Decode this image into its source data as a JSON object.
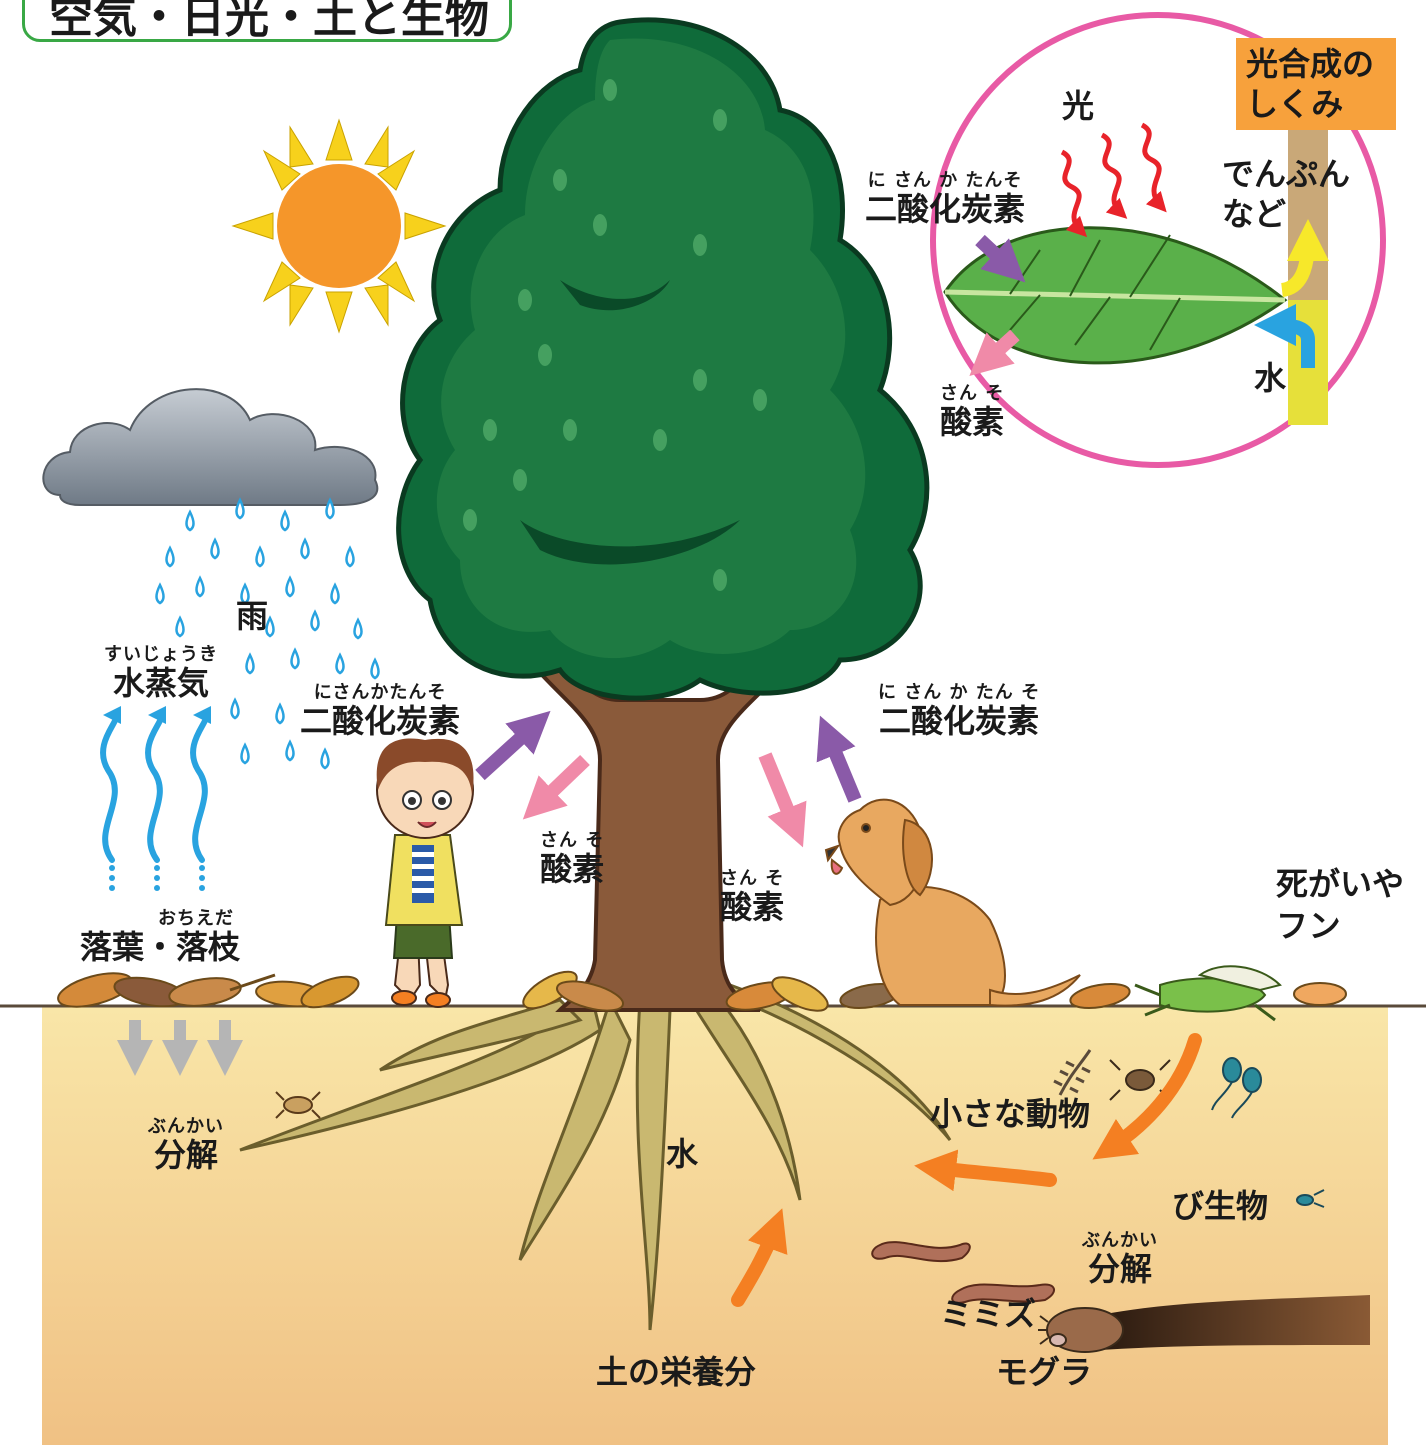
{
  "title": "空気・日光・土と生物",
  "inset": {
    "box_label_line1": "光合成の",
    "box_label_line2": "しくみ",
    "light": "光",
    "co2_ruby": "に さん か たんそ",
    "co2": "二酸化炭素",
    "starch_line1": "でんぷん",
    "starch_line2": "など",
    "water": "水",
    "oxygen_ruby": "さん そ",
    "oxygen": "酸素"
  },
  "labels": {
    "rain": "雨",
    "vapor_ruby": "すいじょうき",
    "vapor": "水蒸気",
    "co2_left_ruby": "にさんかたんそ",
    "co2_left": "二酸化炭素",
    "co2_right_ruby": "に さん か たん そ",
    "co2_right": "二酸化炭素",
    "o2_left_ruby": "さん そ",
    "o2_left": "酸素",
    "o2_mid_ruby": "さん そ",
    "o2_mid": "酸素",
    "leaves_ruby": "おちえだ",
    "leaves": "落葉・落枝",
    "carcass_line1": "死がいや",
    "carcass_line2": "フン",
    "decomp_left_ruby": "ぶんかい",
    "decomp_left": "分解",
    "water_root": "水",
    "small_animals": "小さな動物",
    "microbes": "び生物",
    "decomp_right_ruby": "ぶんかい",
    "decomp_right": "分解",
    "earthworm": "ミミズ",
    "mole": "モグラ",
    "soil_nutrients": "土の栄養分"
  },
  "colors": {
    "accent_green": "#39a845",
    "inset_circle": "#e85aa5",
    "box_orange": "#f7a13c",
    "sun": "#f5962a",
    "sun_rays": "#f7d11c",
    "co2_arrow": "#8a5aa8",
    "o2_arrow": "#f08aa8",
    "nutrient_arrow": "#f47f22",
    "water_arrow": "#29a3e0",
    "starch_arrow": "#f7e82a",
    "light_arrow": "#e8232a",
    "soil": "#f5d89a",
    "tree_foliage": "#1e7a42"
  }
}
